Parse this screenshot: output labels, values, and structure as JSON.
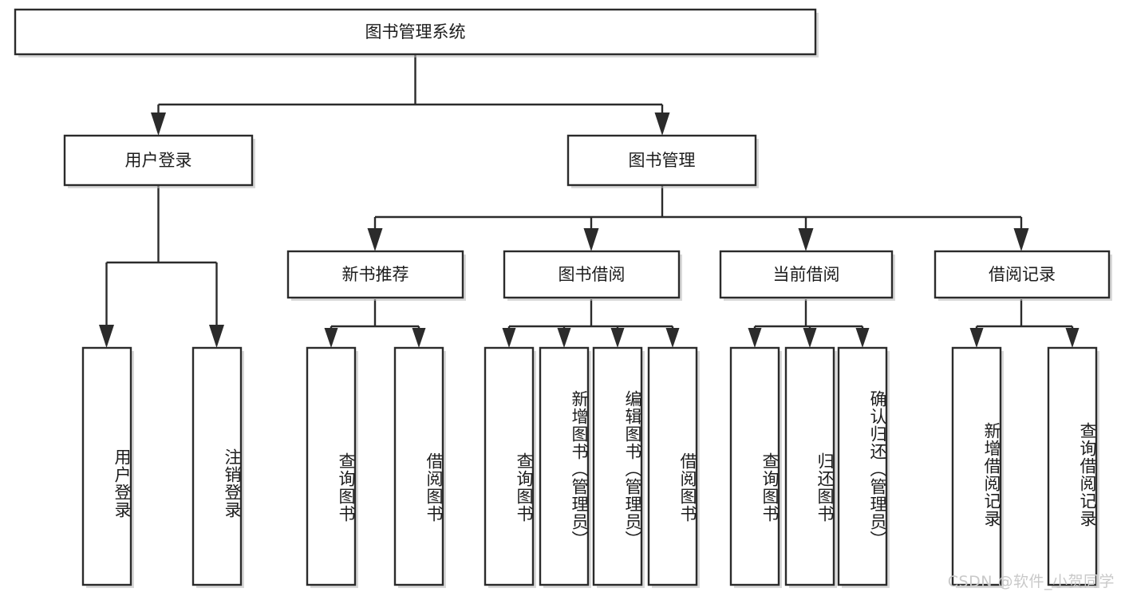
{
  "diagram": {
    "type": "tree-hierarchy",
    "title": "图书管理系统",
    "watermark": "CSDN @软件_小贺同学",
    "colors": {
      "box_stroke": "#2b2b2b",
      "box_fill": "#ffffff",
      "text": "#1c1c1c",
      "shadow": "#b9b9b9",
      "watermark": "#c9c9c9",
      "background": "#ffffff"
    },
    "root": {
      "id": "root",
      "label": "图书管理系统",
      "level": 1
    },
    "level2": [
      {
        "id": "user-login",
        "label": "用户登录",
        "level": 2
      },
      {
        "id": "book-management",
        "label": "图书管理",
        "level": 2
      }
    ],
    "level3": [
      {
        "id": "new-book-recommend",
        "label": "新书推荐",
        "level": 3,
        "parent": "book-management"
      },
      {
        "id": "book-borrow",
        "label": "图书借阅",
        "level": 3,
        "parent": "book-management"
      },
      {
        "id": "current-borrow",
        "label": "当前借阅",
        "level": 3,
        "parent": "book-management"
      },
      {
        "id": "borrow-record",
        "label": "借阅记录",
        "level": 3,
        "parent": "book-management"
      }
    ],
    "leaves": [
      {
        "id": "leaf-user-login",
        "label": "用户登录",
        "parent": "user-login"
      },
      {
        "id": "leaf-logout",
        "label": "注销登录",
        "parent": "user-login"
      },
      {
        "id": "leaf-query-book-1",
        "label": "查询图书",
        "parent": "new-book-recommend"
      },
      {
        "id": "leaf-borrow-book-1",
        "label": "借阅图书",
        "parent": "new-book-recommend"
      },
      {
        "id": "leaf-query-book-2",
        "label": "查询图书",
        "parent": "book-borrow"
      },
      {
        "id": "leaf-add-book",
        "label": "新增图书（管理员）",
        "parent": "book-borrow"
      },
      {
        "id": "leaf-edit-book",
        "label": "编辑图书（管理员）",
        "parent": "book-borrow"
      },
      {
        "id": "leaf-borrow-book-2",
        "label": "借阅图书",
        "parent": "book-borrow"
      },
      {
        "id": "leaf-query-book-3",
        "label": "查询图书",
        "parent": "current-borrow"
      },
      {
        "id": "leaf-return-book",
        "label": "归还图书",
        "parent": "current-borrow"
      },
      {
        "id": "leaf-confirm-return",
        "label": "确认归还（管理员）",
        "parent": "current-borrow"
      },
      {
        "id": "leaf-add-record",
        "label": "新增借阅记录",
        "parent": "borrow-record"
      },
      {
        "id": "leaf-query-record",
        "label": "查询借阅记录",
        "parent": "borrow-record"
      }
    ]
  }
}
